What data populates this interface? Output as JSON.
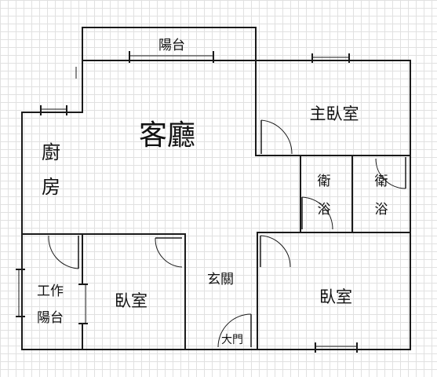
{
  "rooms": {
    "balcony": "陽台",
    "living_room": "客廳",
    "master_bedroom": "主臥室",
    "kitchen_line1": "廚",
    "kitchen_line2": "房",
    "bath1_line1": "衛",
    "bath1_line2": "浴",
    "bath2_line1": "衛",
    "bath2_line2": "浴",
    "utility_balcony_line1": "工作",
    "utility_balcony_line2": "陽台",
    "bedroom_left": "臥室",
    "foyer": "玄關",
    "main_door": "大門",
    "bedroom_right": "臥室"
  },
  "colors": {
    "wall": "#1a1a1a",
    "grid": "#e1e1e1",
    "background": "#ffffff"
  }
}
